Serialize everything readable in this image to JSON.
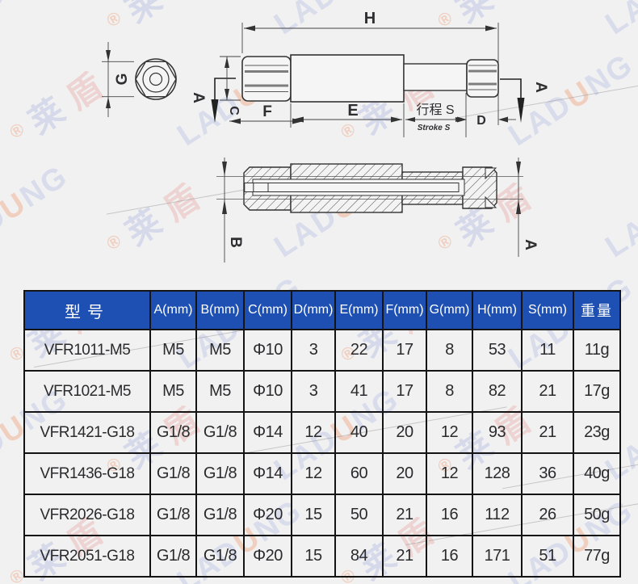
{
  "watermark": {
    "brand_pre": "LAD",
    "brand_u": "U",
    "brand_post": "NG",
    "reg": "®",
    "cn_lai": "莱",
    "cn_dun": "盾"
  },
  "colors": {
    "header_bg": "#1d50b2",
    "header_text": "#ffffff",
    "drawing_line": "#333333",
    "stroke_label_color": "#e8481c",
    "watermark_blue": "#5a6ec8",
    "watermark_orange": "#f0783c",
    "watermark_pink": "#e15f50"
  },
  "drawing": {
    "labels": {
      "H": "H",
      "G": "G",
      "A": "A",
      "B": "B",
      "C": "C",
      "D": "D",
      "E": "E",
      "F": "F",
      "stroke_cn": "行程 S",
      "stroke_en": "Stroke S"
    }
  },
  "table": {
    "columns": [
      "型号",
      "A(mm)",
      "B(mm)",
      "C(mm)",
      "D(mm)",
      "E(mm)",
      "F(mm)",
      "G(mm)",
      "H(mm)",
      "S(mm)",
      "重量"
    ],
    "rows": [
      [
        "VFR1011-M5",
        "M5",
        "M5",
        "Φ10",
        "3",
        "22",
        "17",
        "8",
        "53",
        "11",
        "11g"
      ],
      [
        "VFR1021-M5",
        "M5",
        "M5",
        "Φ10",
        "3",
        "41",
        "17",
        "8",
        "82",
        "21",
        "17g"
      ],
      [
        "VFR1421-G18",
        "G1/8",
        "G1/8",
        "Φ14",
        "12",
        "40",
        "20",
        "12",
        "93",
        "21",
        "23g"
      ],
      [
        "VFR1436-G18",
        "G1/8",
        "G1/8",
        "Φ14",
        "12",
        "60",
        "20",
        "12",
        "128",
        "36",
        "40g"
      ],
      [
        "VFR2026-G18",
        "G1/8",
        "G1/8",
        "Φ20",
        "15",
        "50",
        "21",
        "16",
        "112",
        "26",
        "50g"
      ],
      [
        "VFR2051-G18",
        "G1/8",
        "G1/8",
        "Φ20",
        "15",
        "84",
        "21",
        "16",
        "171",
        "51",
        "77g"
      ]
    ]
  }
}
